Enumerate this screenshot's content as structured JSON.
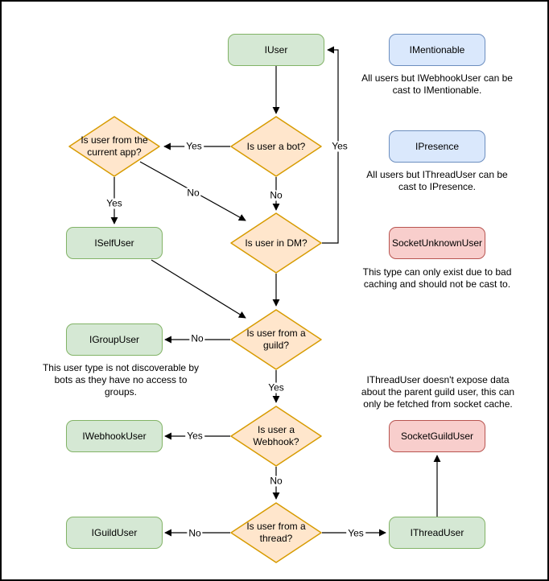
{
  "palette": {
    "green_fill": "#d5e8d4",
    "green_stroke": "#82b366",
    "blue_fill": "#dae8fc",
    "blue_stroke": "#6c8ebf",
    "red_fill": "#f8cecc",
    "red_stroke": "#b85450",
    "orange_fill": "#ffe6cc",
    "orange_stroke": "#d79b00",
    "edge_color": "#000000"
  },
  "nodes": {
    "iuser": "IUser",
    "imentionable": "IMentionable",
    "ipresence": "IPresence",
    "socket_unknown_user": "SocketUnknownUser",
    "iself_user": "ISelfUser",
    "igroup_user": "IGroupUser",
    "iwebhook_user": "IWebhookUser",
    "iguild_user": "IGuildUser",
    "socket_guild_user": "SocketGuildUser",
    "ithread_user": "IThreadUser"
  },
  "decisions": {
    "is_bot": "Is user a bot?",
    "is_from_current_app": "Is user from the\ncurrent app?",
    "is_in_dm": "Is user in DM?",
    "is_from_guild": "Is user from a\nguild?",
    "is_webhook": "Is user a\nWebhook?",
    "is_from_thread": "Is user from a\nthread?"
  },
  "notes": {
    "mentionable": "All users but IWebhookUser can be\ncast to IMentionable.",
    "presence": "All users but IThreadUser can be\ncast to IPresence.",
    "unknown_user": "This type can only exist due to bad\ncaching and should not be cast to.",
    "group_user": "This user type is not discoverable by\nbots as they have no access to\ngroups.",
    "thread_user": "IThreadUser doesn't expose data\nabout the parent guild user, this can\nonly be fetched from socket cache."
  },
  "edge_labels": {
    "bot_yes": "Yes",
    "bot_no": "No",
    "app_yes": "Yes",
    "app_no": "No",
    "dm_yes": "Yes",
    "guild_no": "No",
    "guild_yes": "Yes",
    "webhook_yes": "Yes",
    "webhook_no": "No",
    "thread_no": "No",
    "thread_yes": "Yes"
  }
}
